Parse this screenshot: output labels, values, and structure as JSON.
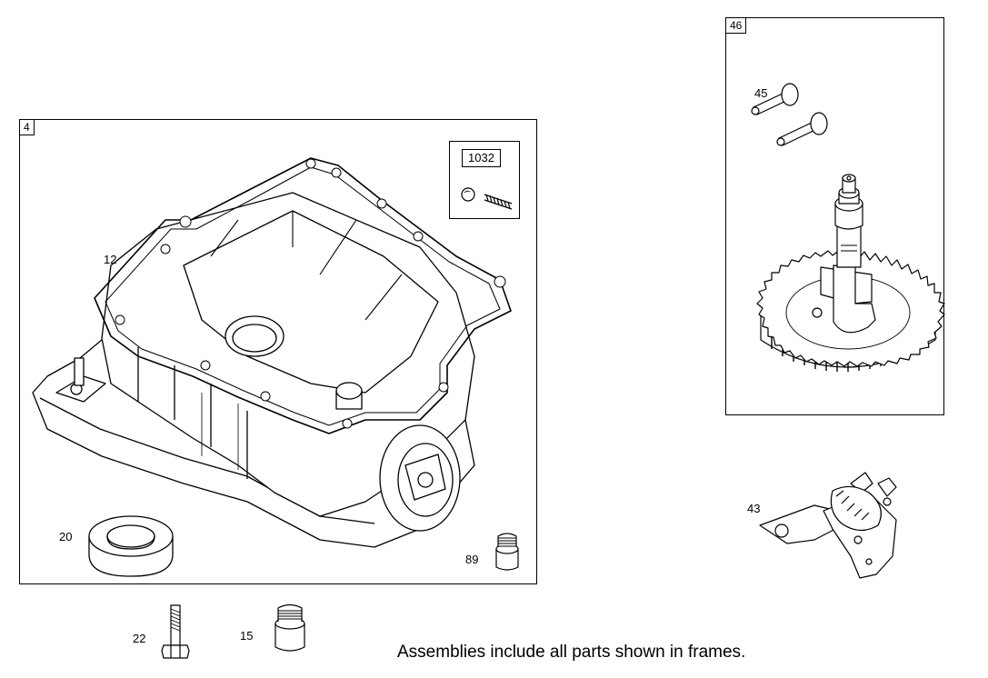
{
  "frames": {
    "sump": {
      "label": "4"
    },
    "cam": {
      "label": "46"
    }
  },
  "kit": {
    "label": "1032"
  },
  "callouts": {
    "gasket": "12",
    "oil_seal": "20",
    "plug_89": "89",
    "pins": "45",
    "governor": "43",
    "bolt": "22",
    "plug_15": "15"
  },
  "footer": {
    "note": "Assemblies include all parts shown in frames."
  },
  "icons": {
    "sump": "engine-sump-drawing",
    "gasket": "gasket-drawing",
    "oil_seal": "oil-seal-drawing",
    "plug": "plug-drawing",
    "check_ball": "check-ball-drawing",
    "spring": "spring-drawing",
    "pin": "pin-drawing",
    "camshaft": "camshaft-gear-drawing",
    "governor": "governor-assembly-drawing",
    "bolt": "hex-bolt-drawing"
  }
}
